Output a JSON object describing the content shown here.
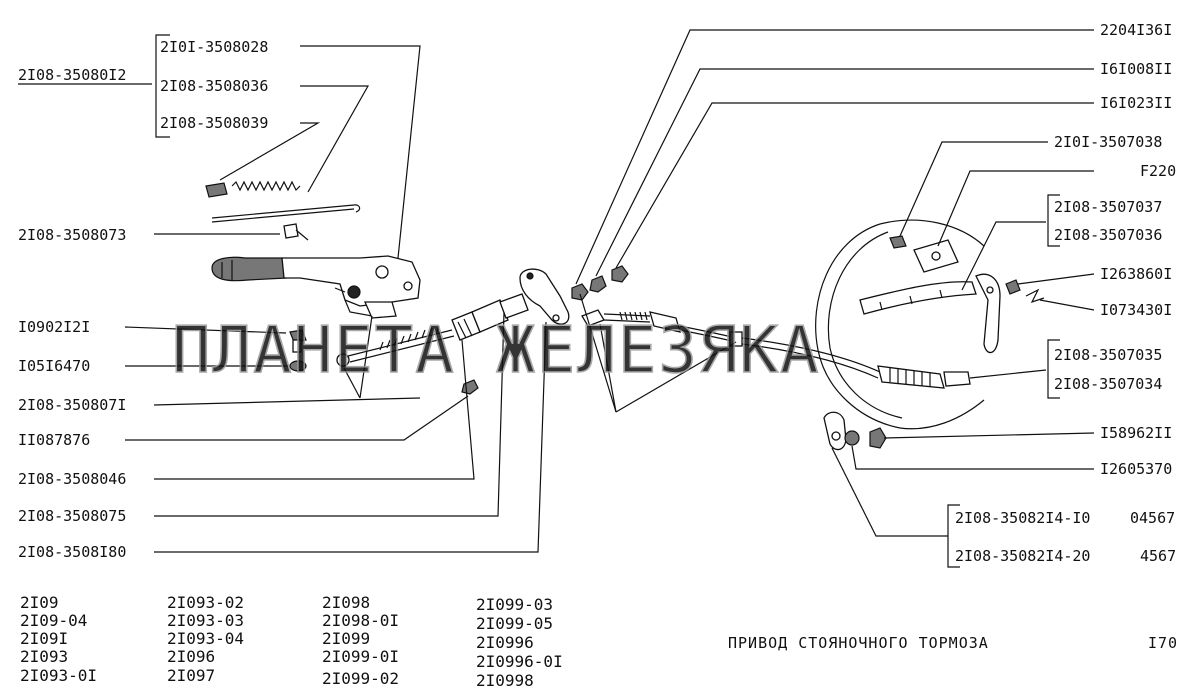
{
  "callouts": {
    "l_2108_3508012": "2I08-35080I2",
    "l_2101_3508028": "2I0I-3508028",
    "l_2108_3508036": "2I08-3508036",
    "l_2108_3508039": "2I08-3508039",
    "l_2108_3508073": "2I08-3508073",
    "l_1090212": "I0902I2I",
    "l_1051647": "I05I6470",
    "l_2108_3508071": "2I08-350807I",
    "l_11087876": "II087876",
    "l_2108_3508046": "2I08-3508046",
    "l_2108_3508075": "2I08-3508075",
    "l_2108_3508180": "2I08-3508I80",
    "r_22041361": "2204I36I",
    "r_1610081": "I6I008II",
    "r_1610231": "I6I023II",
    "r_2101_3507038": "2I0I-3507038",
    "r_f220": "F220",
    "r_2108_3507037": "2I08-3507037",
    "r_2108_3507036": "2I08-3507036",
    "r_1263860": "I263860I",
    "r_1073430": "I073430I",
    "r_2108_3507035": "2I08-3507035",
    "r_2108_3507034": "2I08-3507034",
    "r_1589621": "I58962II",
    "r_1260537": "I2605370",
    "r_2108_35082_10": "2I08-35082I4-I0",
    "r_2108_35082_10_code": "04567",
    "r_2108_35082_20": "2I08-35082I4-20",
    "r_2108_35082_20_code": "4567"
  },
  "models": {
    "col1": [
      "2I09",
      "2I09-04",
      "2I09I",
      "2I093",
      "2I093-0I"
    ],
    "col2": [
      "2I093-02",
      "2I093-03",
      "2I093-04",
      "2I096",
      "2I097"
    ],
    "col3": [
      "2I098",
      "2I098-0I",
      "2I099",
      "2I099-0I",
      "2I099-02"
    ],
    "col4": [
      "2I099-03",
      "2I099-05",
      "2I0996",
      "2I0996-0I",
      "2I0998"
    ]
  },
  "title": "ПРИВОД СТОЯНОЧНОГО ТОРМОЗА",
  "page_number": "I70",
  "watermark": "ПЛАНЕТА ЖЕЛЕЗЯКА"
}
